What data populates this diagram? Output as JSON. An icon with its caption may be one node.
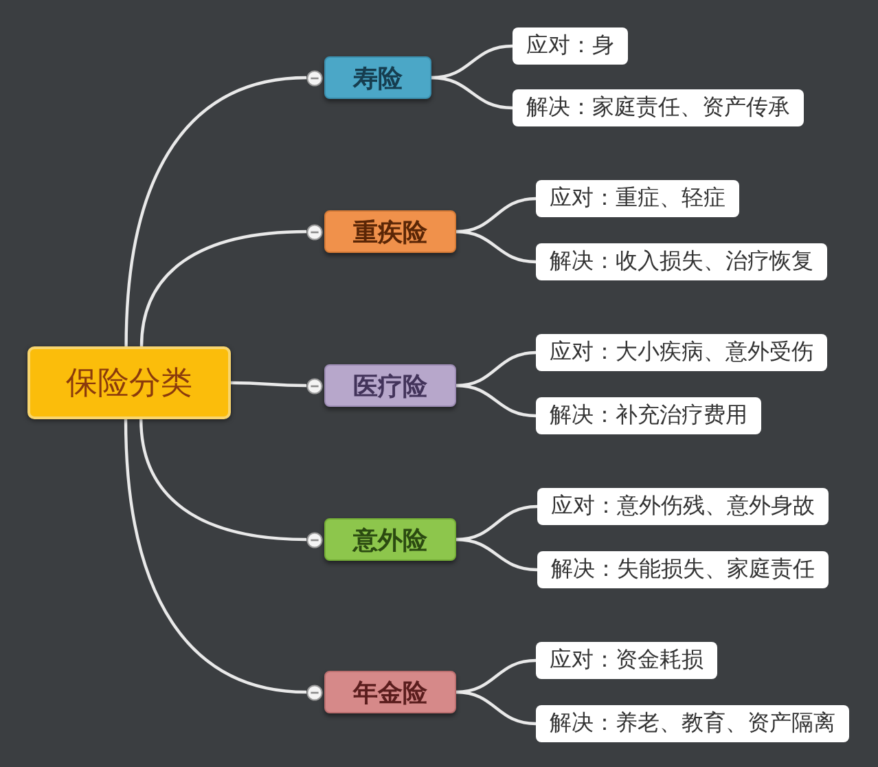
{
  "diagram": {
    "nodes": [
      {
        "text": [
          "保险分类"
        ]
      },
      {
        "text": [
          "寿险"
        ]
      },
      {
        "text": [
          "应对：身"
        ]
      },
      {
        "text": [
          "解决：家庭责任、资产传承"
        ]
      },
      {
        "text": [
          "重疾险"
        ]
      },
      {
        "text": [
          "应对：重症、轻症"
        ]
      },
      {
        "text": [
          "解决：收入损失、治疗恢复"
        ]
      },
      {
        "text": [
          "医疗险"
        ]
      },
      {
        "text": [
          "应对：大小疾病、意外受伤"
        ]
      },
      {
        "text": [
          "解决：补充治疗费用"
        ]
      },
      {
        "text": [
          "意外险"
        ]
      },
      {
        "text": [
          "应对：意外伤残、意外身故"
        ]
      },
      {
        "text": [
          "解决：失能损失、家庭责任"
        ]
      },
      {
        "text": [
          "年金险"
        ]
      },
      {
        "text": [
          "应对：资金耗损"
        ]
      },
      {
        "text": [
          "解决：养老、教育、资产隔离"
        ]
      }
    ],
    "edges": [
      {
        "from": 0,
        "to": 1,
        "arrow": "none"
      },
      {
        "from": 1,
        "to": 2,
        "arrow": "none"
      },
      {
        "from": 1,
        "to": 3,
        "arrow": "none"
      },
      {
        "from": 0,
        "to": 4,
        "arrow": "none"
      },
      {
        "from": 4,
        "to": 5,
        "arrow": "none"
      },
      {
        "from": 4,
        "to": 6,
        "arrow": "none"
      },
      {
        "from": 0,
        "to": 7,
        "arrow": "none"
      },
      {
        "from": 7,
        "to": 8,
        "arrow": "none"
      },
      {
        "from": 7,
        "to": 9,
        "arrow": "none"
      },
      {
        "from": 0,
        "to": 10,
        "arrow": "none"
      },
      {
        "from": 10,
        "to": 11,
        "arrow": "none"
      },
      {
        "from": 10,
        "to": 12,
        "arrow": "none"
      },
      {
        "from": 0,
        "to": 13,
        "arrow": "none"
      },
      {
        "from": 13,
        "to": 14,
        "arrow": "none"
      },
      {
        "from": 13,
        "to": 15,
        "arrow": "none"
      }
    ]
  }
}
